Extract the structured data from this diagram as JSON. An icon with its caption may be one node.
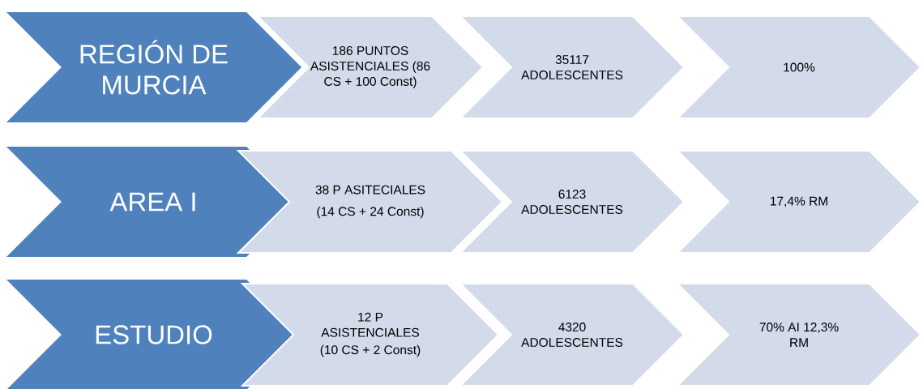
{
  "diagram": {
    "nodes": [
      {
        "text": [
          "REGIÓN DE MURCIA"
        ]
      },
      {
        "text": [
          "186 PUNTOS ASISTENCIALES (86 CS + 100 Const)"
        ]
      },
      {
        "text": [
          "35117 ADOLESCENTES"
        ]
      },
      {
        "text": [
          "100%"
        ]
      },
      {
        "text": [
          "AREA I"
        ]
      },
      {
        "text": [
          "38 P ASITECIALES",
          "(14 CS + 24 Const)"
        ]
      },
      {
        "text": [
          "6123 ADOLESCENTES"
        ]
      },
      {
        "text": [
          "17,4% RM"
        ]
      },
      {
        "text": [
          "ESTUDIO"
        ]
      },
      {
        "text": [
          "12 P ASISTENCIALES",
          "(10 CS + 2 Const)"
        ]
      },
      {
        "text": [
          "4320 ADOLESCENTES"
        ]
      },
      {
        "text": [
          "70% AI 12,3% RM"
        ]
      }
    ]
  }
}
